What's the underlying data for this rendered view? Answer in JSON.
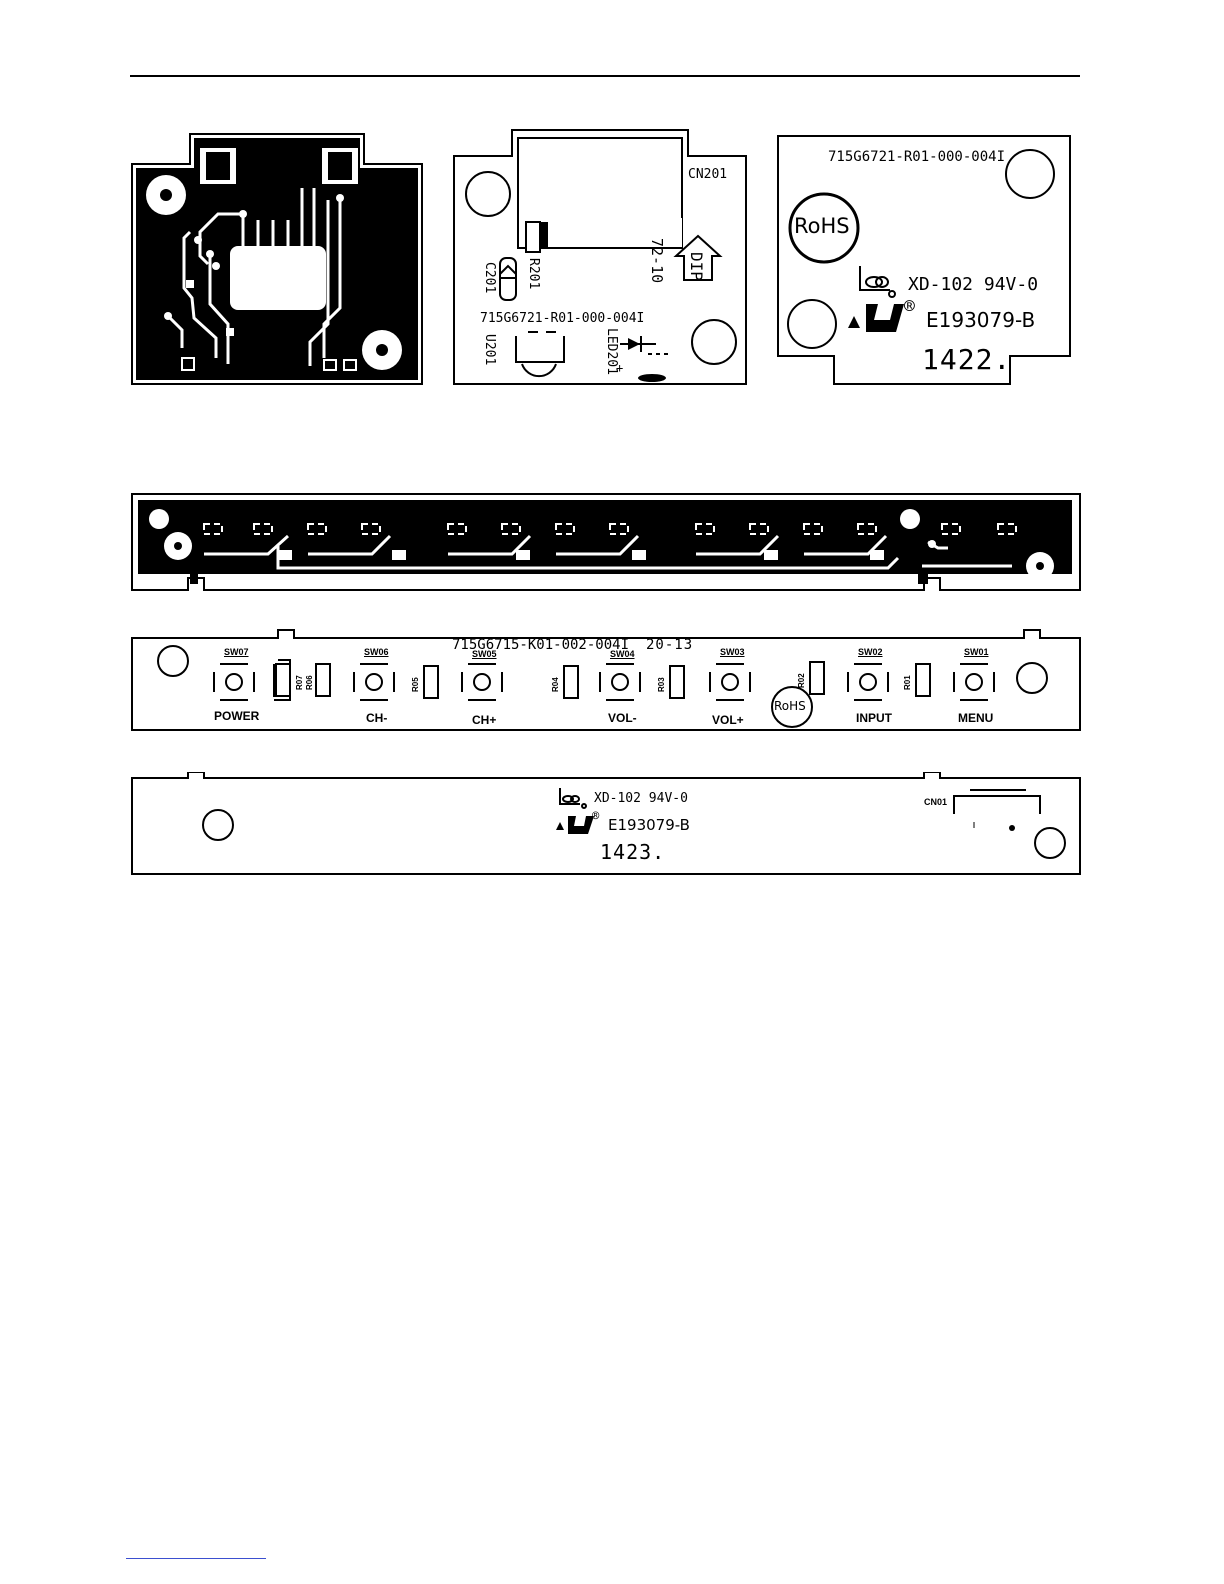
{
  "header": {
    "rule": true
  },
  "board_a_bottom": {
    "name": "ir-board-bottom-copper"
  },
  "board_a_top": {
    "connector": "CN201",
    "resistor": "R201",
    "capacitor": "C201",
    "date_code": "72-10",
    "dip_label": "DIP",
    "part_number": "715G6721-R01-000-004I",
    "ic": "U201",
    "led": "LED201",
    "plus_mark": "+"
  },
  "board_a_silk": {
    "part_number": "715G6721-R01-000-004I",
    "rohs": "RoHS",
    "laminate": "XD-102 94V-0",
    "ul_file": "E193079-B",
    "ul_reg": "®",
    "week_code": "1422."
  },
  "keypad_top": {
    "part_number": "715G6715-K01-002-004I",
    "date_code": "20-13",
    "rohs": "RoHS",
    "switches": [
      {
        "ref": "SW07",
        "label": "POWER"
      },
      {
        "ref": "SW06",
        "label": "CH-"
      },
      {
        "ref": "SW05",
        "label": "CH+"
      },
      {
        "ref": "SW04",
        "label": "VOL-"
      },
      {
        "ref": "SW03",
        "label": "VOL+"
      },
      {
        "ref": "SW02",
        "label": "INPUT"
      },
      {
        "ref": "SW01",
        "label": "MENU"
      }
    ],
    "resistors": [
      "R07",
      "R06",
      "R05",
      "R04",
      "R03",
      "R02",
      "R01"
    ]
  },
  "keypad_bottom": {
    "laminate": "XD-102 94V-0",
    "ul_file": "E193079-B",
    "ul_reg": "®",
    "week_code": "1423.",
    "connector": "CN01"
  },
  "footer": {
    "underline": true
  }
}
